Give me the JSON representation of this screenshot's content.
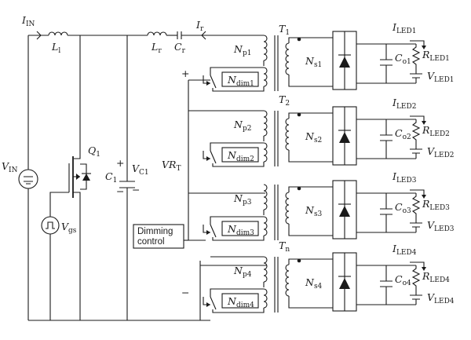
{
  "labels": {
    "I_IN": {
      "main": "I",
      "sub": "IN"
    },
    "L_l": {
      "main": "L",
      "sub": "l"
    },
    "L_r": {
      "main": "L",
      "sub": "r"
    },
    "C_r": {
      "main": "C",
      "sub": "r"
    },
    "I_r": {
      "main": "I",
      "sub": "r"
    },
    "V_IN": {
      "main": "V",
      "sub": "IN"
    },
    "Q_1": {
      "main": "Q",
      "sub": "1"
    },
    "C_1": {
      "main": "C",
      "sub": "1"
    },
    "V_C1": {
      "main": "V",
      "sub": "C1"
    },
    "V_gs": {
      "main": "V",
      "sub": "gs"
    },
    "VR_T": {
      "main": "VR",
      "sub": "T"
    },
    "dimming_line1": "Dimming",
    "dimming_line2": "control",
    "plus": "+",
    "minus": "−"
  },
  "channels": [
    {
      "T": {
        "main": "T",
        "sub": "1"
      },
      "Np": {
        "main": "N",
        "sub": "p1"
      },
      "Ndim": {
        "main": "N",
        "sub": "dim1"
      },
      "Ns": {
        "main": "N",
        "sub": "s1"
      },
      "I": {
        "main": "I",
        "sub": "LED1"
      },
      "Co": {
        "main": "C",
        "sub": "o1"
      },
      "R": {
        "main": "R",
        "sub": "LED1"
      },
      "V": {
        "main": "V",
        "sub": "LED1"
      }
    },
    {
      "T": {
        "main": "T",
        "sub": "2"
      },
      "Np": {
        "main": "N",
        "sub": "p2"
      },
      "Ndim": {
        "main": "N",
        "sub": "dim2"
      },
      "Ns": {
        "main": "N",
        "sub": "s2"
      },
      "I": {
        "main": "I",
        "sub": "LED2"
      },
      "Co": {
        "main": "C",
        "sub": "o2"
      },
      "R": {
        "main": "R",
        "sub": "LED2"
      },
      "V": {
        "main": "V",
        "sub": "LED2"
      }
    },
    {
      "T": {
        "main": "",
        "sub": ""
      },
      "Np": {
        "main": "N",
        "sub": "p3"
      },
      "Ndim": {
        "main": "N",
        "sub": "dim3"
      },
      "Ns": {
        "main": "N",
        "sub": "s3"
      },
      "I": {
        "main": "I",
        "sub": "LED3"
      },
      "Co": {
        "main": "C",
        "sub": "o3"
      },
      "R": {
        "main": "R",
        "sub": "LED3"
      },
      "V": {
        "main": "V",
        "sub": "LED3"
      }
    },
    {
      "T": {
        "main": "T",
        "sub": "n"
      },
      "Np": {
        "main": "N",
        "sub": "p4"
      },
      "Ndim": {
        "main": "N",
        "sub": "dim4"
      },
      "Ns": {
        "main": "N",
        "sub": "s4"
      },
      "I": {
        "main": "I",
        "sub": "LED4"
      },
      "Co": {
        "main": "C",
        "sub": "o4"
      },
      "R": {
        "main": "R",
        "sub": "LED4"
      },
      "V": {
        "main": "V",
        "sub": "LED4"
      }
    }
  ]
}
